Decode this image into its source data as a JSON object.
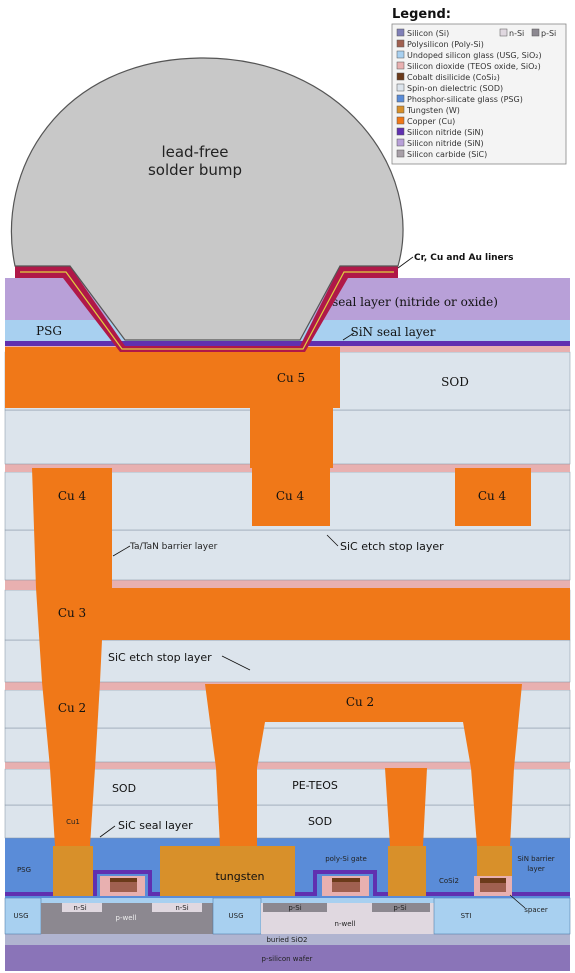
{
  "colors": {
    "silicon": "#8080b8",
    "polysilicon": "#a06050",
    "usg": "#a8d0f0",
    "teos": "#e8b0b0",
    "cosi2": "#6b3a1a",
    "sod": "#dce4ec",
    "psg": "#5a8cd8",
    "tungsten": "#d8902a",
    "copper": "#f07818",
    "sin": "#6030b0",
    "sin2": "#b8a0d8",
    "sic": "#a8a0a8",
    "nsi": "#e0d8e0",
    "psi": "#8c8890",
    "bump": "#c8c8c8",
    "liner": "#b01848"
  },
  "legend": {
    "title": "Legend:",
    "top_row": [
      "Silicon (Si)",
      "n-Si",
      "p-Si"
    ],
    "items": [
      "Polysilicon (Poly-Si)",
      "Undoped silicon glass (USG, SiO₂)",
      "Silicon dioxide (TEOS oxide, SiO₂)",
      "Cobalt disilicide (CoSi₂)",
      "Spin-on dielectric (SOD)",
      "Phosphor-silicate glass (PSG)",
      "Tungsten (W)",
      "Copper (Cu)",
      "Silicon nitride (SiN)",
      "Silicon nitride (SiN)",
      "Silicon carbide (SiC)"
    ]
  },
  "labels": {
    "solder_bump": [
      "lead-free",
      "solder bump"
    ],
    "liners": "Cr, Cu and Au liners",
    "seal_layer": "seal layer (nitride or oxide)",
    "psg": "PSG",
    "sin_seal": "SiN seal layer",
    "cu5": "Cu 5",
    "sod_top": "SOD",
    "cu4_left": "Cu 4",
    "cu4_mid": "Cu 4",
    "cu4_right": "Cu 4",
    "ta_barrier": "Ta/TaN barrier layer",
    "sic_etch_1": "SiC etch stop layer",
    "cu3": "Cu 3",
    "sic_etch_2": "SiC etch stop layer",
    "cu2_left": "Cu 2",
    "cu2_right": "Cu 2",
    "sod_lower": "SOD",
    "pe_teos": "PE-TEOS",
    "sod_mid": "SOD",
    "cu1": "Cu1",
    "sic_seal": "SiC seal layer",
    "psg_bottom": "PSG",
    "tungsten": "tungsten",
    "poly_gate": "poly-Si gate",
    "cosi2": "CoSi2",
    "sin_barrier": [
      "SiN barrier",
      "layer"
    ],
    "spacer": "spacer",
    "usg_left": "USG",
    "usg_mid": "USG",
    "sti": "STI",
    "nsi_1": "n-Si",
    "nsi_2": "n-Si",
    "psi_1": "p-Si",
    "psi_2": "p-Si",
    "pwell": "p-well",
    "nwell": "n-well",
    "buried_oxide": "buried SiO2",
    "wafer": "p-silicon wafer"
  }
}
